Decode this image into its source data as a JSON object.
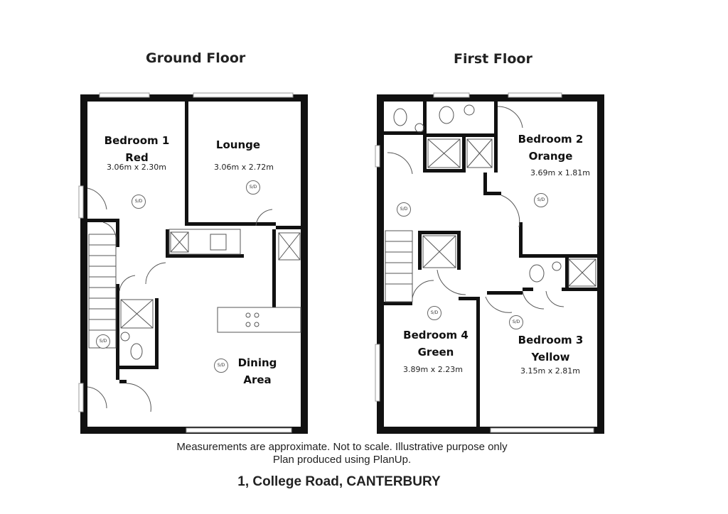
{
  "floors": [
    {
      "title": "Ground Floor",
      "rooms": [
        {
          "name": "Bedroom 1\nRed",
          "dimensions": "3.06m x 2.30m"
        },
        {
          "name": "Lounge",
          "dimensions": "3.06m x 2.72m"
        },
        {
          "name": "Dining\nArea",
          "dimensions": ""
        }
      ],
      "smoke_detector_label": "S/D"
    },
    {
      "title": "First Floor",
      "rooms": [
        {
          "name": "Bedroom 2\nOrange",
          "dimensions": "3.69m x 1.81m"
        },
        {
          "name": "Bedroom 4\nGreen",
          "dimensions": "3.89m x 2.23m"
        },
        {
          "name": "Bedroom 3\nYellow",
          "dimensions": "3.15m x 2.81m"
        }
      ],
      "smoke_detector_label": "S/D"
    }
  ],
  "footer": {
    "note_line1": "Measurements are approximate. Not to scale. Illustrative purpose only",
    "note_line2": "Plan produced using PlanUp.",
    "address": "1, College Road, CANTERBURY"
  },
  "colors": {
    "wall": "#111111",
    "window": "#bbbbbb",
    "fixture": "#555555"
  }
}
